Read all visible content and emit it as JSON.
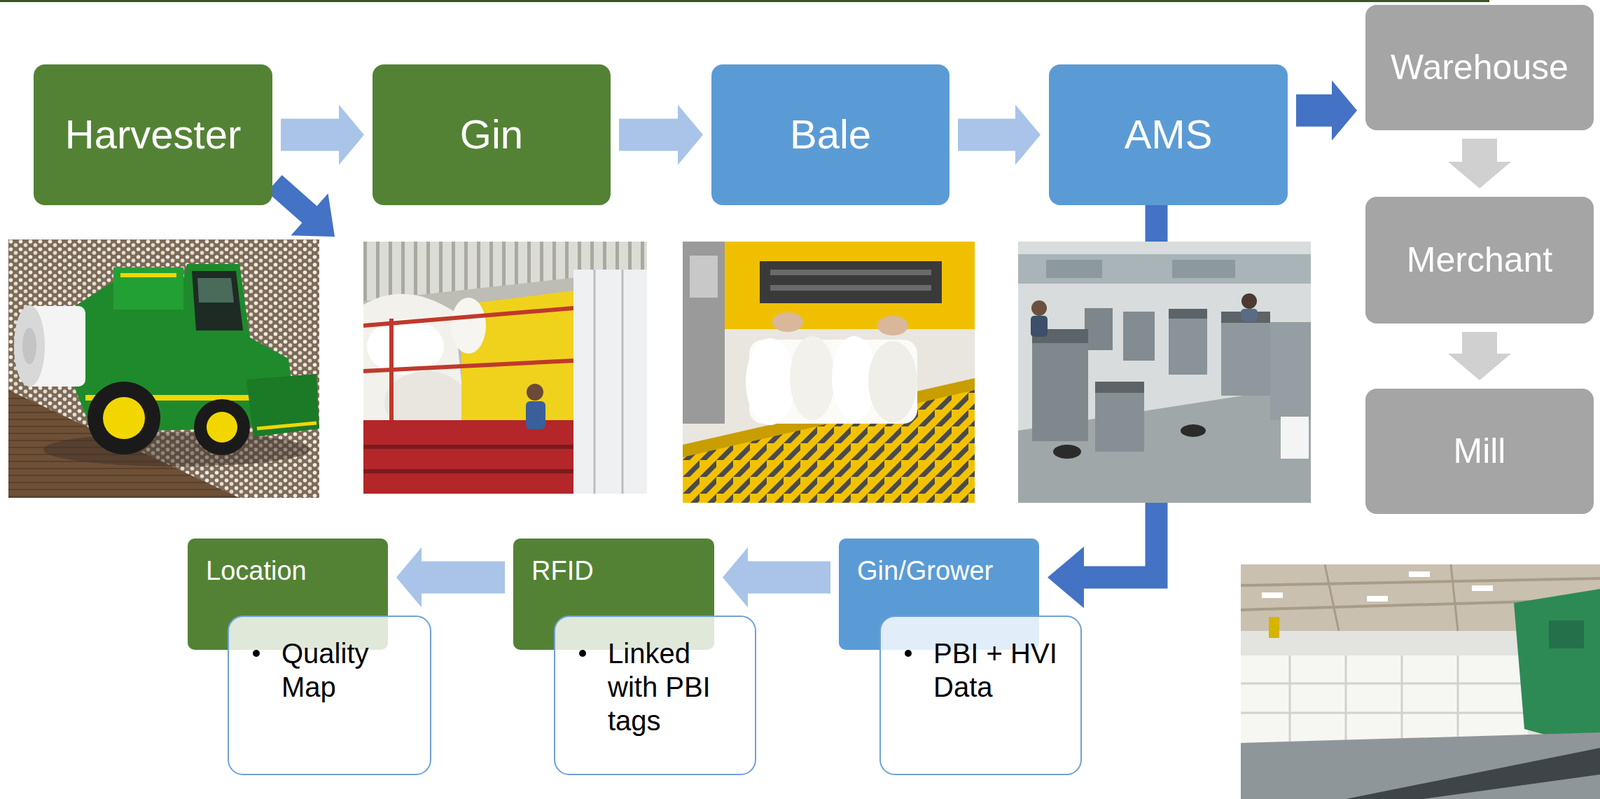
{
  "diagram": {
    "nodes": [
      {
        "text": [
          "Harvester"
        ]
      },
      {
        "text": [
          "Gin"
        ]
      },
      {
        "text": [
          "Bale"
        ]
      },
      {
        "text": [
          "AMS"
        ]
      },
      {
        "text": [
          "Warehouse"
        ]
      },
      {
        "text": [
          "Merchant"
        ]
      },
      {
        "text": [
          "Mill"
        ]
      },
      {
        "text": [
          "Location"
        ]
      },
      {
        "text": [
          "Quality Map"
        ]
      },
      {
        "text": [
          "RFID"
        ]
      },
      {
        "text": [
          "Linked with PBI tags"
        ]
      },
      {
        "text": [
          "Gin/Grower"
        ]
      },
      {
        "text": [
          "PBI + HVI Data"
        ]
      }
    ],
    "edges": [
      {
        "from": 0,
        "to": 1,
        "arrow": "to"
      },
      {
        "from": 1,
        "to": 2,
        "arrow": "to"
      },
      {
        "from": 2,
        "to": 3,
        "arrow": "to"
      },
      {
        "from": 3,
        "to": 4,
        "arrow": "to"
      },
      {
        "from": 4,
        "to": 5,
        "arrow": "to"
      },
      {
        "from": 5,
        "to": 6,
        "arrow": "to"
      },
      {
        "from": 3,
        "to": 11,
        "arrow": "to"
      },
      {
        "from": 11,
        "to": 9,
        "arrow": "to"
      },
      {
        "from": 9,
        "to": 7,
        "arrow": "to"
      }
    ]
  }
}
